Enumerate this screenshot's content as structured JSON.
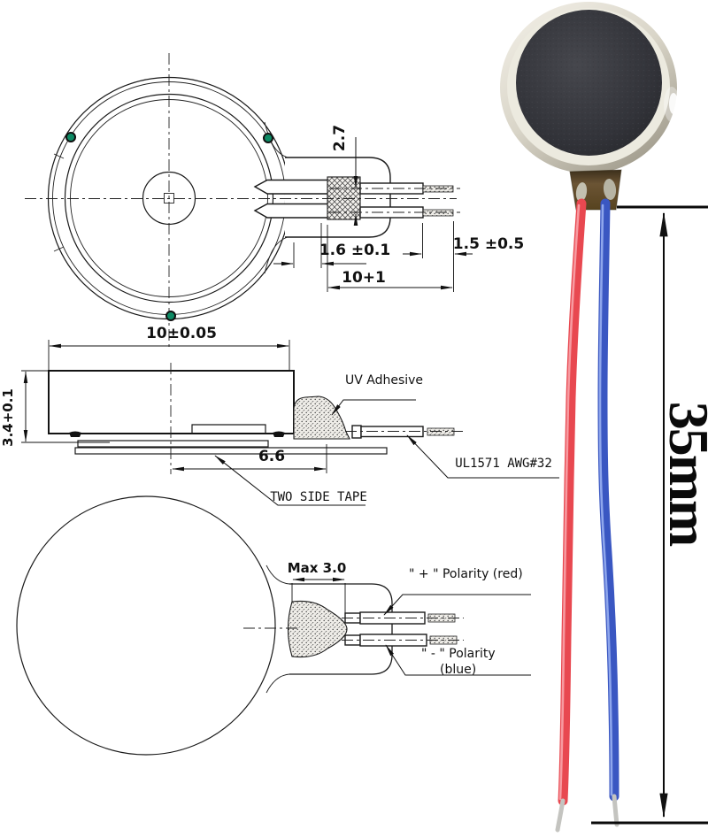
{
  "drawing": {
    "top_view": {
      "dim_terminal_gap": "2.7",
      "dim_terminal_width": "1.6 ±0.1",
      "dim_strip_length": "1.5 ±0.5",
      "dim_lead_length": "10+1",
      "dim_diameter": "10±0.05"
    },
    "side_view": {
      "dim_height": "3.4+0.1",
      "dim_tape_length": "6.6",
      "label_uv_adhesive": "UV Adhesive",
      "label_wire_spec": "UL1571 AWG#32",
      "label_tape": "TWO SIDE TAPE"
    },
    "bottom_view": {
      "dim_max_glue": "Max 3.0",
      "label_positive": "\" + \" Polarity (red)",
      "label_negative": "\" - \" Polarity",
      "label_negative_color": "(blue)"
    },
    "photo": {
      "dim_total_length": "35mm",
      "wire_red_color": "#e84850",
      "wire_blue_color": "#3a57c2",
      "marker_dot_color": "#0d8a64"
    }
  }
}
